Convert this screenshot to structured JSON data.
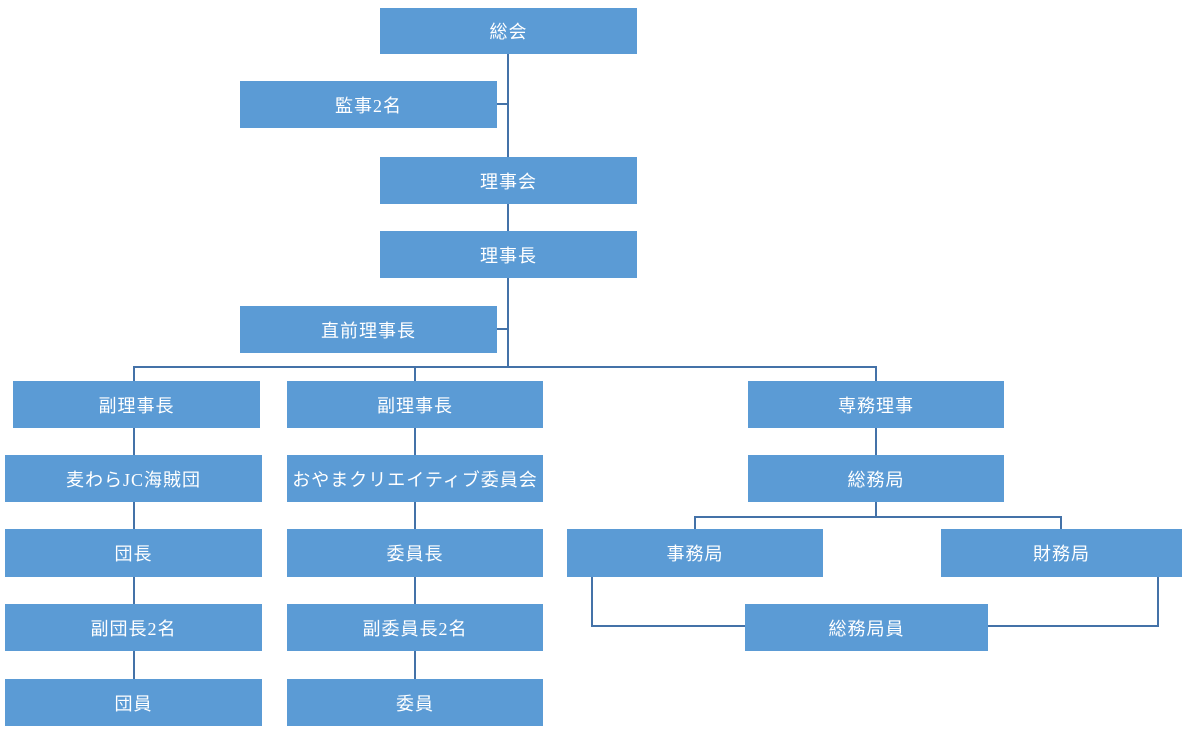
{
  "diagram": {
    "type": "org-chart",
    "colors": {
      "background": "#FFFFFF",
      "box_fill": "#5B9BD5",
      "box_text": "#FFFFFF",
      "connector": "#4472A8"
    },
    "nodes": [
      {
        "id": "soukai",
        "label": "総会"
      },
      {
        "id": "kanji-2mei",
        "label": "監事2名"
      },
      {
        "id": "rijikai",
        "label": "理事会"
      },
      {
        "id": "rijicho",
        "label": "理事長"
      },
      {
        "id": "chokuzen-rijicho",
        "label": "直前理事長"
      },
      {
        "id": "fuku-rijicho-1",
        "label": "副理事長"
      },
      {
        "id": "fuku-rijicho-2",
        "label": "副理事長"
      },
      {
        "id": "senmu-riji",
        "label": "専務理事"
      },
      {
        "id": "mugiwara-jc",
        "label": "麦わらJC海賊団"
      },
      {
        "id": "oyama-creative",
        "label": "おやまクリエイティブ委員会"
      },
      {
        "id": "soumukyoku",
        "label": "総務局"
      },
      {
        "id": "dancho",
        "label": "団長"
      },
      {
        "id": "iincho",
        "label": "委員長"
      },
      {
        "id": "jimukyoku",
        "label": "事務局"
      },
      {
        "id": "zaimukyoku",
        "label": "財務局"
      },
      {
        "id": "fuku-dancho-2mei",
        "label": "副団長2名"
      },
      {
        "id": "fuku-iincho-2mei",
        "label": "副委員長2名"
      },
      {
        "id": "soumukyokuin",
        "label": "総務局員"
      },
      {
        "id": "danin",
        "label": "団員"
      },
      {
        "id": "iin",
        "label": "委員"
      }
    ]
  }
}
